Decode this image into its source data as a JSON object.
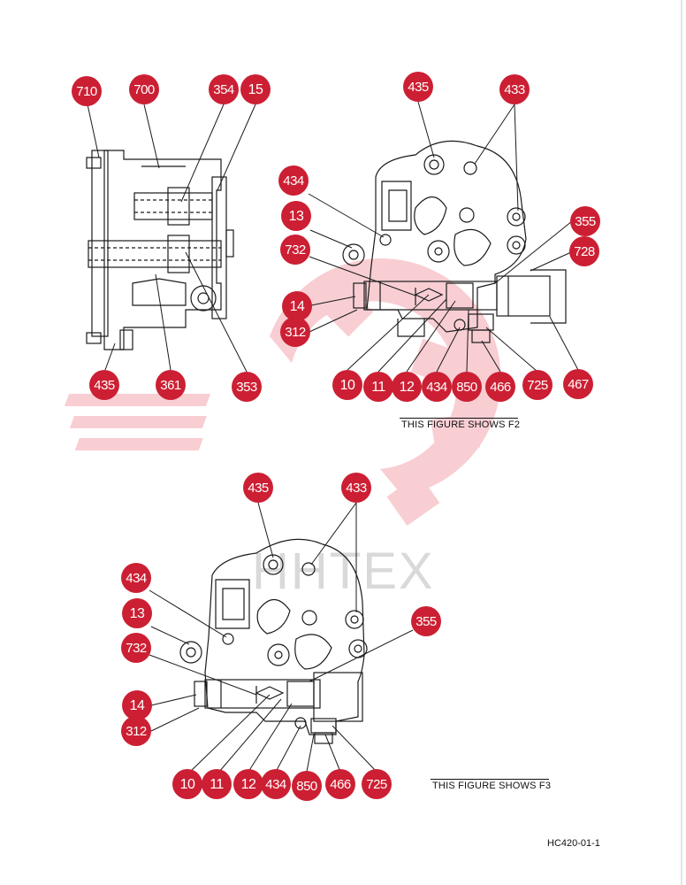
{
  "watermark_text": "HHTEX",
  "colors": {
    "callout": "#cc1f33",
    "callout_text": "#ffffff",
    "line": "#1a1a1a",
    "watermark": "#f2b3b9"
  },
  "caption_f2": "THIS FIGURE SHOWS  F2",
  "caption_f3": "THIS FIGURE SHOWS  F3",
  "doc_number": "HC420-01-1",
  "callouts": {
    "side_view": [
      "710",
      "700",
      "354",
      "15",
      "435",
      "361",
      "353"
    ],
    "f2_view": [
      "435",
      "433",
      "434",
      "13",
      "732",
      "14",
      "312",
      "355",
      "728",
      "10",
      "11",
      "12",
      "434",
      "850",
      "466",
      "725",
      "467"
    ],
    "f3_view": [
      "435",
      "433",
      "434",
      "13",
      "732",
      "14",
      "312",
      "355",
      "10",
      "11",
      "12",
      "434",
      "850",
      "466",
      "725"
    ]
  }
}
